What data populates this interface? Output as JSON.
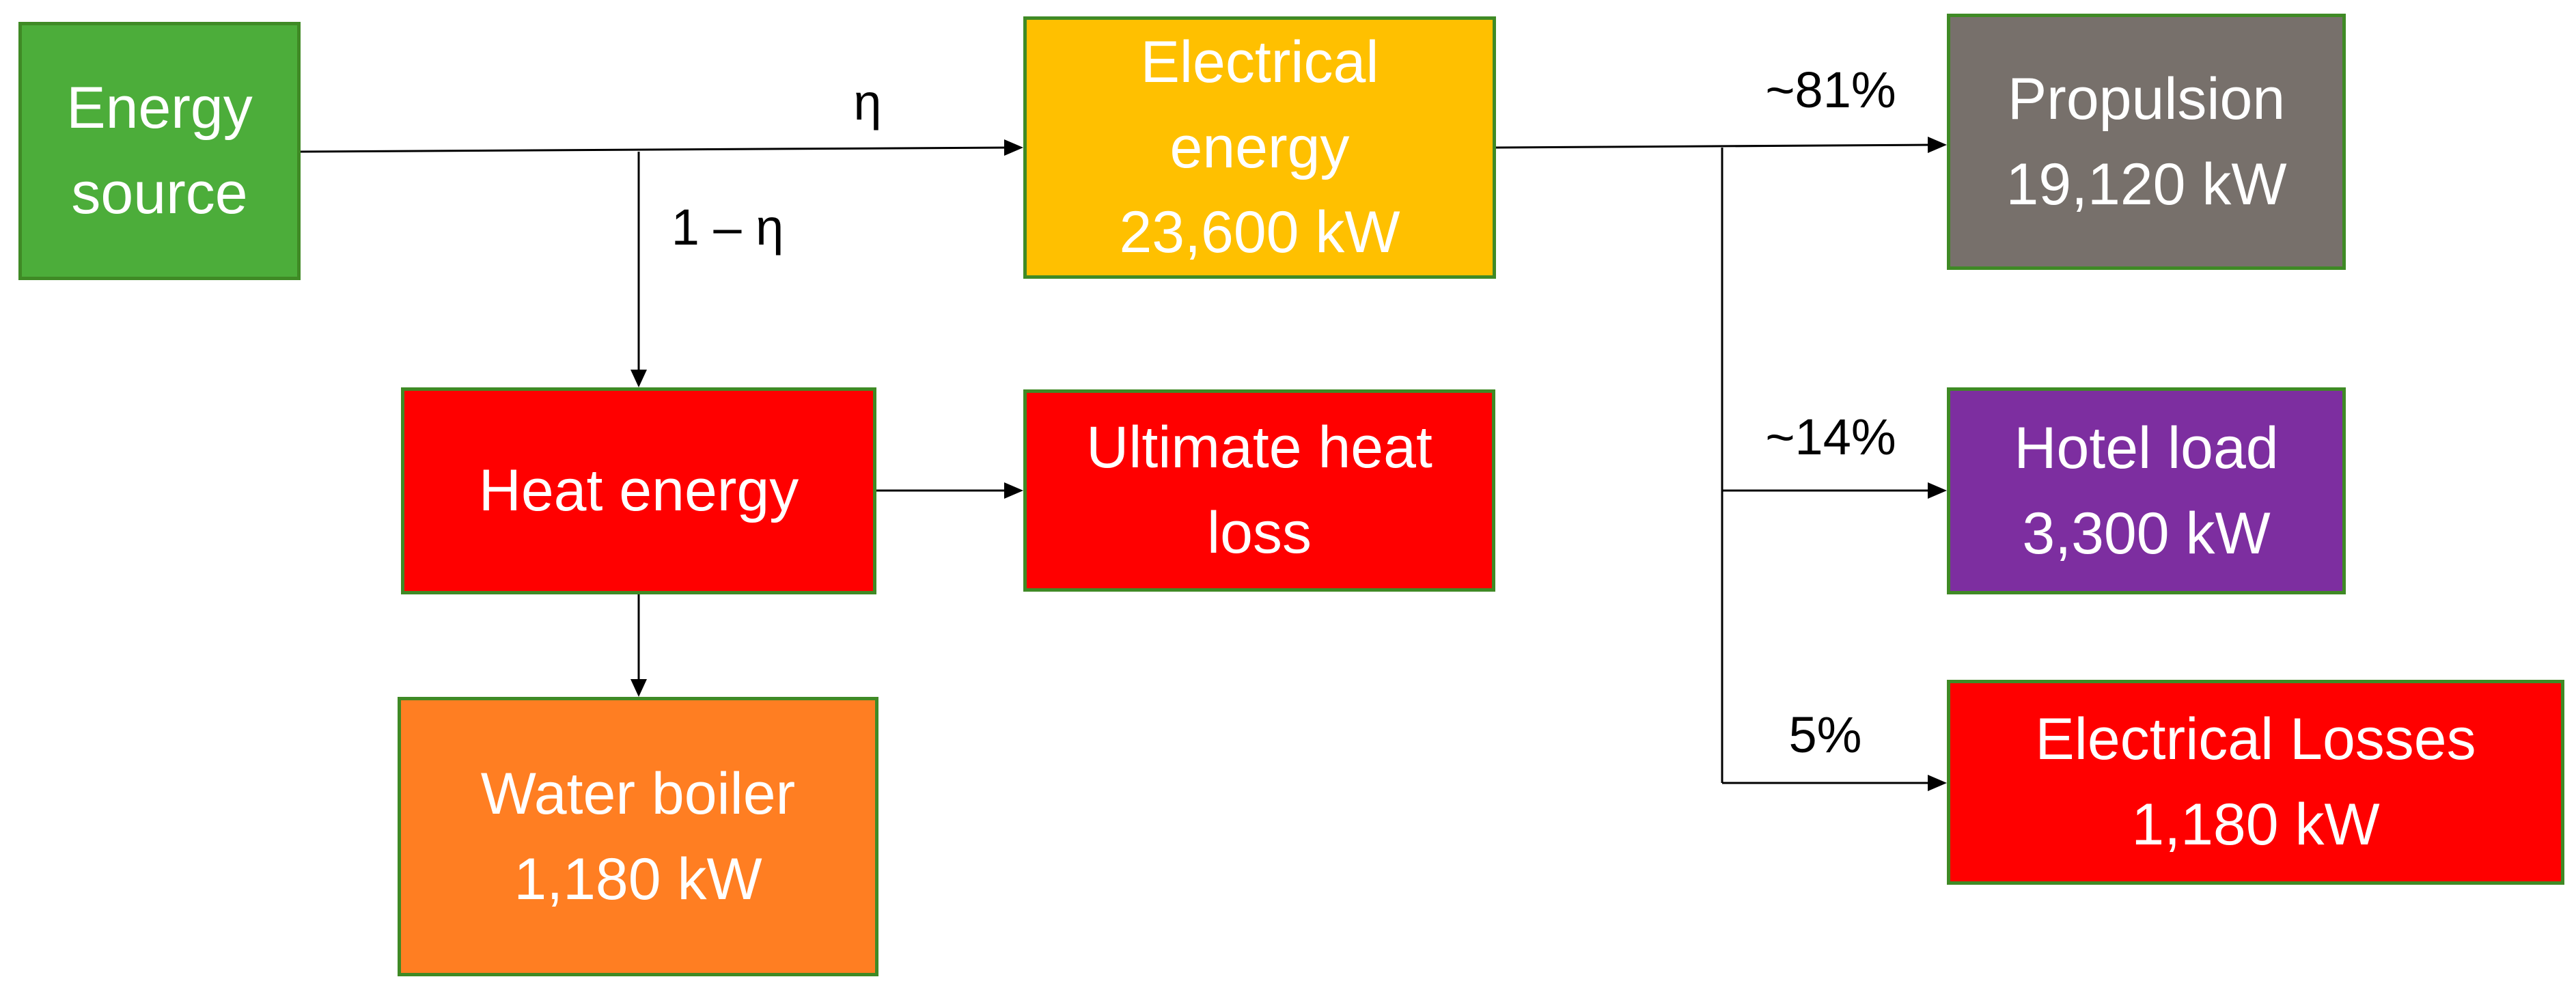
{
  "nodes": {
    "energy_source": {
      "lines": [
        "Energy",
        "source"
      ],
      "color": "#4cad3a"
    },
    "electrical_energy": {
      "lines": [
        "Electrical",
        "energy",
        "23,600 kW"
      ],
      "color": "#ffc000"
    },
    "propulsion": {
      "lines": [
        "Propulsion",
        "19,120 kW"
      ],
      "color": "#77706b"
    },
    "heat_energy": {
      "lines": [
        "Heat energy"
      ],
      "color": "#ff0000"
    },
    "ultimate_heat_loss": {
      "lines": [
        "Ultimate heat",
        "loss"
      ],
      "color": "#ff0000"
    },
    "hotel_load": {
      "lines": [
        "Hotel load",
        "3,300 kW"
      ],
      "color": "#7d2ea0"
    },
    "water_boiler": {
      "lines": [
        "Water boiler",
        "1,180 kW"
      ],
      "color": "#ff7e22"
    },
    "electrical_losses": {
      "lines": [
        "Electrical Losses",
        "1,180 kW"
      ],
      "color": "#ff0000"
    }
  },
  "edge_labels": {
    "eta": "η",
    "one_minus_eta": "1 – η",
    "propulsion_share": "~81%",
    "hotel_share": "~14%",
    "losses_share": "5%"
  },
  "colors": {
    "border": "#3f8a25",
    "line": "#000000",
    "text": "#ffffff"
  }
}
